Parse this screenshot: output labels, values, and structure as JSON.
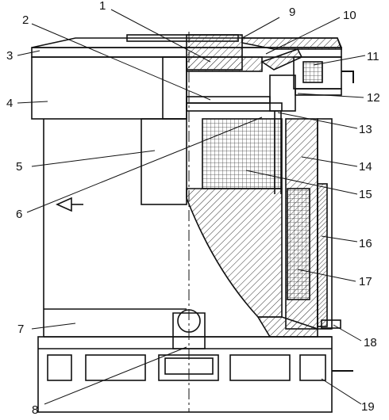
{
  "callouts": [
    {
      "id": "1",
      "text": "1"
    },
    {
      "id": "2",
      "text": "2"
    },
    {
      "id": "3",
      "text": "3"
    },
    {
      "id": "4",
      "text": "4"
    },
    {
      "id": "5",
      "text": "5"
    },
    {
      "id": "6",
      "text": "6"
    },
    {
      "id": "7",
      "text": "7"
    },
    {
      "id": "8",
      "text": "8"
    },
    {
      "id": "9",
      "text": "9"
    },
    {
      "id": "10",
      "text": "10"
    },
    {
      "id": "11",
      "text": "11"
    },
    {
      "id": "12",
      "text": "12"
    },
    {
      "id": "13",
      "text": "13"
    },
    {
      "id": "14",
      "text": "14"
    },
    {
      "id": "15",
      "text": "15"
    },
    {
      "id": "16",
      "text": "16"
    },
    {
      "id": "17",
      "text": "17"
    },
    {
      "id": "18",
      "text": "18"
    },
    {
      "id": "19",
      "text": "19"
    }
  ],
  "colors": {
    "stroke": "#111111",
    "hatch": "#333333",
    "crosshatch": "#444444",
    "background": "#ffffff"
  }
}
